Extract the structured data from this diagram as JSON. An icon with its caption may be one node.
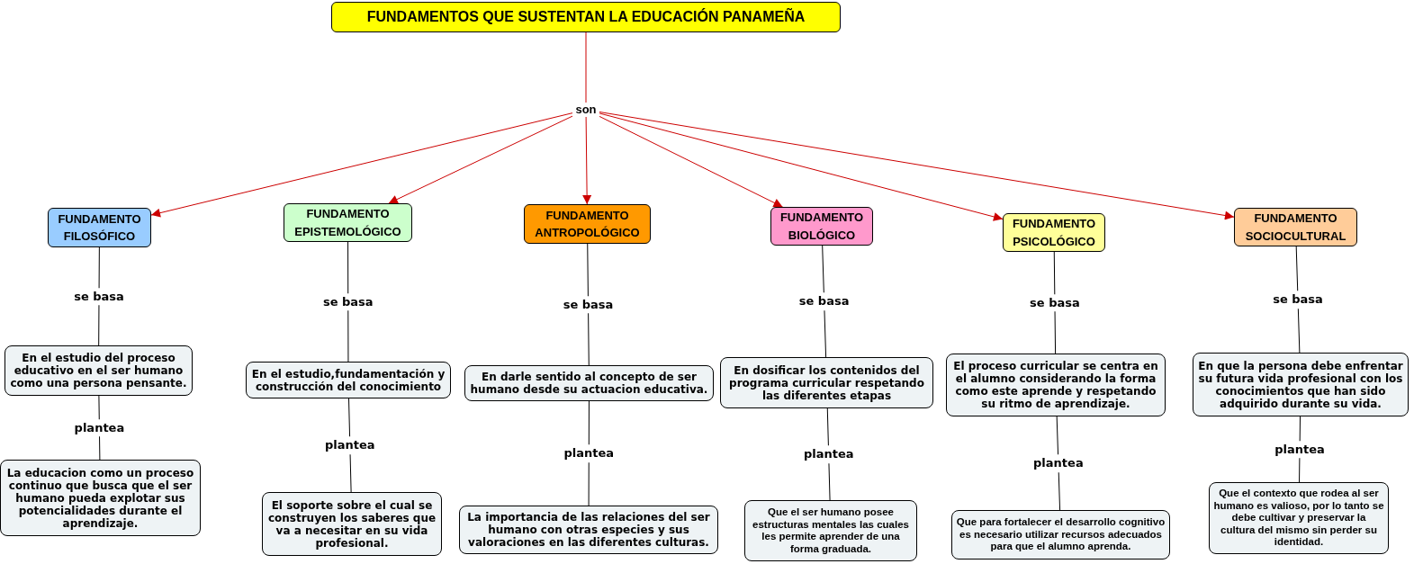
{
  "diagram": {
    "nodes": [
      {
        "text": [
          "FUNDAMENTOS QUE SUSTENTAN LA EDUCACIÓN PANAMEÑA"
        ]
      },
      {
        "text": [
          "son"
        ]
      },
      {
        "text": [
          "FUNDAMENTO FILOSÓFICO"
        ]
      },
      {
        "text": [
          "FUNDAMENTO EPISTEMOLÓGICO"
        ]
      },
      {
        "text": [
          "FUNDAMENTO ANTROPOLÓGICO"
        ]
      },
      {
        "text": [
          "FUNDAMENTO BIOLÓGICO"
        ]
      },
      {
        "text": [
          "FUNDAMENTO PSICOLÓGICO"
        ]
      },
      {
        "text": [
          "FUNDAMENTO SOCIOCULTURAL"
        ]
      },
      {
        "text": [
          "En el estudio del proceso educativo en el ser humano como una persona pensante."
        ]
      },
      {
        "text": [
          "En el estudio,fundamentación y construcción del conocimiento"
        ]
      },
      {
        "text": [
          "En darle sentido al concepto de ser humano desde su actuacion educativa."
        ]
      },
      {
        "text": [
          "En dosificar los contenidos del programa curricular respetando las diferentes etapas"
        ]
      },
      {
        "text": [
          "El proceso curricular se centra en el alumno considerando la forma como este aprende y respetando su ritmo de aprendizaje."
        ]
      },
      {
        "text": [
          "En que la persona debe enfrentar su futura vida profesional con los conocimientos que han sido adquirido durante su vida."
        ]
      },
      {
        "text": [
          "La educacion como un proceso continuo que busca que el ser humano pueda explotar sus potencialidades durante el aprendizaje."
        ]
      },
      {
        "text": [
          "El soporte sobre el cual se construyen los saberes que va a necesitar en su vida profesional."
        ]
      },
      {
        "text": [
          "La importancia de las relaciones del ser humano con otras especies y sus valoraciones  en  las diferentes culturas."
        ]
      },
      {
        "text": [
          "Que el ser humano posee estructuras mentales las cuales les permite aprender de una forma graduada."
        ]
      },
      {
        "text": [
          "Que para fortalecer el desarrollo cognitivo es necesario utilizar recursos adecuados para que el alumno aprenda."
        ]
      },
      {
        "text": [
          "Que el contexto que rodea al ser humano es valioso, por lo tanto se debe cultivar y preservar la cultura del mismo sin perder su identidad."
        ]
      }
    ],
    "edges": [
      {
        "from": 0,
        "to": 1,
        "arrow": "none",
        "color": "#cc0000"
      },
      {
        "from": 1,
        "to": 2,
        "arrow": "to",
        "color": "#cc0000"
      },
      {
        "from": 1,
        "to": 3,
        "arrow": "to",
        "color": "#cc0000"
      },
      {
        "from": 1,
        "to": 4,
        "arrow": "to",
        "color": "#cc0000"
      },
      {
        "from": 1,
        "to": 5,
        "arrow": "to",
        "color": "#cc0000"
      },
      {
        "from": 1,
        "to": 6,
        "arrow": "to",
        "color": "#cc0000"
      },
      {
        "from": 1,
        "to": 7,
        "arrow": "to",
        "color": "#cc0000"
      },
      {
        "from": 2,
        "to": 8,
        "arrow": "none",
        "label": "se basa"
      },
      {
        "from": 3,
        "to": 9,
        "arrow": "none",
        "label": "se basa"
      },
      {
        "from": 4,
        "to": 10,
        "arrow": "none",
        "label": "se basa"
      },
      {
        "from": 5,
        "to": 11,
        "arrow": "none",
        "label": "se basa"
      },
      {
        "from": 6,
        "to": 12,
        "arrow": "none",
        "label": "se basa"
      },
      {
        "from": 7,
        "to": 13,
        "arrow": "none",
        "label": "se basa"
      },
      {
        "from": 8,
        "to": 14,
        "arrow": "none",
        "label": "plantea"
      },
      {
        "from": 9,
        "to": 15,
        "arrow": "none",
        "label": "plantea"
      },
      {
        "from": 10,
        "to": 16,
        "arrow": "none",
        "label": "plantea"
      },
      {
        "from": 11,
        "to": 17,
        "arrow": "none",
        "label": "plantea"
      },
      {
        "from": 12,
        "to": 18,
        "arrow": "none",
        "label": "plantea"
      },
      {
        "from": 13,
        "to": 19,
        "arrow": "none",
        "label": "plantea"
      }
    ]
  }
}
